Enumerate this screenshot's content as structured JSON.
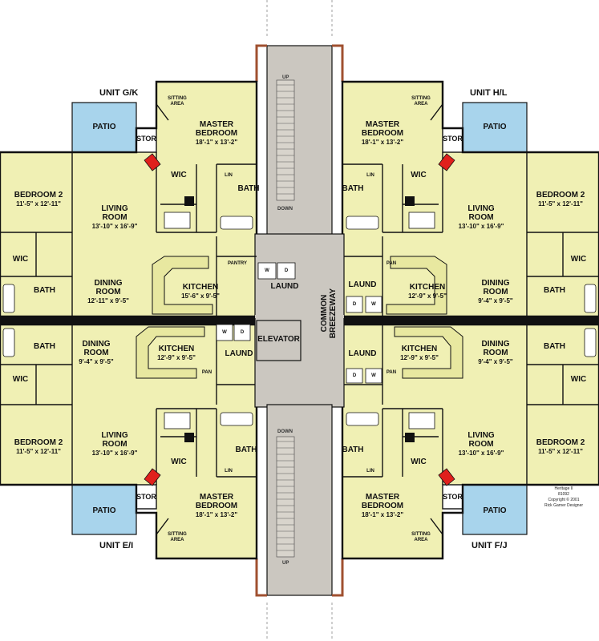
{
  "colors": {
    "room_fill": "#f0f0b4",
    "patio_fill": "#a8d4ec",
    "core_fill": "#cbc7c0",
    "wall": "#111111",
    "fireplace": "#e0201c",
    "brick": "#a05030"
  },
  "units": {
    "top_left": "UNIT G/K",
    "top_right": "UNIT H/L",
    "bottom_left": "UNIT E/I",
    "bottom_right": "UNIT F/J"
  },
  "core": {
    "elevator": "ELEVATOR",
    "breezeway": "COMMON BREEZEWAY",
    "up": "UP",
    "down": "DOWN"
  },
  "rooms": {
    "master_bedroom": "MASTER BEDROOM",
    "master_dim": "18'-1\" x 13'-2\"",
    "sitting_area": "SITTING AREA",
    "living_room": "LIVING ROOM",
    "living_dim": "13'-10\" x 16'-9\"",
    "bedroom2": "BEDROOM 2",
    "bedroom2_dim": "11'-5\" x 12'-11\"",
    "dining_room": "DINING ROOM",
    "dining_dim_a": "12'-11\" x 9'-5\"",
    "dining_dim_b": "9'-4\" x 9'-5\"",
    "kitchen": "KITCHEN",
    "kitchen_dim_a": "15'-6\" x 9'-5\"",
    "kitchen_dim_b": "12'-9\" x 9'-5\"",
    "laund": "LAUND",
    "bath": "BATH",
    "wic": "WIC",
    "stor": "STOR",
    "patio": "PATIO",
    "pantry": "PANTRY",
    "pan": "PAN",
    "lin": "LIN",
    "w": "W",
    "d": "D"
  },
  "credits": {
    "plan_name": "Heritage II",
    "plan_no": "81092",
    "copyright": "Copyright © 2001",
    "designer": "Rick Garner Designer"
  }
}
